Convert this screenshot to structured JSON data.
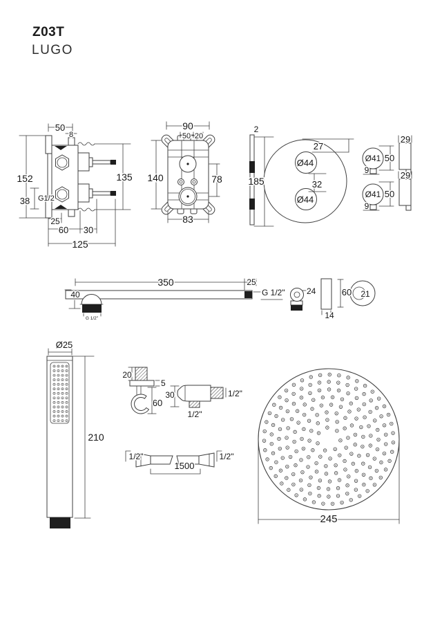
{
  "title": "Z03T",
  "subtitle": "LUGO",
  "colors": {
    "ink": "#1d1d1d",
    "line": "#3e3e3e"
  },
  "drawings": {
    "valve_side": {
      "dims": {
        "depth_front": "50",
        "port": "8",
        "height": "152",
        "lower_offset": "38",
        "thread": "G1/2",
        "pipe_height": "135",
        "plate_depth": "25",
        "body_depth": "60",
        "pipe_depth": "30",
        "total_depth": "125"
      }
    },
    "rough_in": {
      "dims": {
        "width": "90",
        "port_left": "50",
        "port_right": "20",
        "height": "140",
        "port_spacing": "78",
        "body_width": "83"
      }
    },
    "trim_plate": {
      "dims": {
        "thickness": "2",
        "diameter": "185",
        "top_offset": "27",
        "knob_top": "Ø44",
        "knob_gap": "32",
        "knob_bottom": "Ø44"
      }
    },
    "handle_a": {
      "dims": {
        "diameter": "Ø41",
        "height": "50",
        "stem": "9",
        "depth": "29"
      }
    },
    "handle_b": {
      "dims": {
        "diameter": "Ø41",
        "height": "50",
        "stem": "9",
        "depth": "29"
      }
    },
    "arm": {
      "dims": {
        "length": "350",
        "end": "25",
        "drop": "40",
        "thread": "G 1/2\"",
        "flange_thread": "G 1/2\""
      }
    },
    "elbow": {
      "dims": {
        "diameter": "24"
      }
    },
    "escutcheon": {
      "dims": {
        "depth": "14",
        "diameter": "60",
        "inner": "21"
      }
    },
    "hand_shower": {
      "dims": {
        "diameter": "Ø25",
        "length": "210"
      }
    },
    "holder": {
      "dims": {
        "thread": "20",
        "plate": "5",
        "height": "60"
      }
    },
    "outlet": {
      "dims": {
        "height": "30",
        "side_thread": "1/2\"",
        "bottom_thread": "1/2\""
      }
    },
    "hose": {
      "dims": {
        "left_thread": "1/2\"",
        "length": "1500",
        "right_thread": "1/2\""
      }
    },
    "head": {
      "dims": {
        "diameter": "245"
      }
    }
  }
}
